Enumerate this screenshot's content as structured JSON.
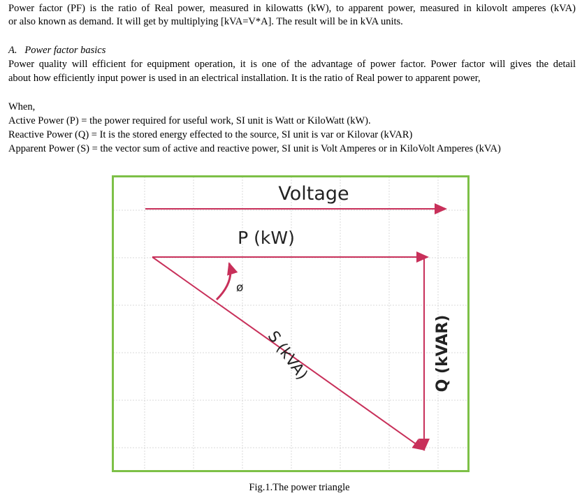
{
  "paragraph1": {
    "line1": "Power factor (PF) is the ratio of Real power, measured in kilowatts (kW), to apparent power, measured in kilovolt amperes (kVA)",
    "line2": "or also known as demand. It will get by multiplying [kVA=V*A]. The result will be in  kVA units."
  },
  "section_heading": {
    "number": "A.",
    "title": "Power factor basics"
  },
  "paragraph2": {
    "line1": "Power quality will efficient for equipment operation, it is one of the advantage of power factor. Power factor will gives the detail",
    "line2": "about how efficiently input power is used in an electrical installation. It is the ratio of Real power to apparent power,"
  },
  "definitions": {
    "intro": "When,",
    "active": "Active Power (P) = the power required for useful work, SI unit is Watt or KiloWatt (kW).",
    "reactive": "Reactive Power (Q) = It is the stored energy effected to the source, SI unit is var or Kilovar (kVAR)",
    "apparent": "Apparent Power (S) = the vector sum of active and reactive power, SI unit is Volt Amperes or in KiloVolt Amperes (kVA)"
  },
  "figure": {
    "voltage_label": "Voltage",
    "p_label": "P (kW)",
    "angle_label": "ø",
    "s_label": "S (kVA)",
    "q_label": "Q (kVAR)",
    "caption": "Fig.1.The power triangle",
    "colors": {
      "border": "#7dc047",
      "arrow": "#c8305a",
      "grid": "#d9d9d9"
    }
  }
}
